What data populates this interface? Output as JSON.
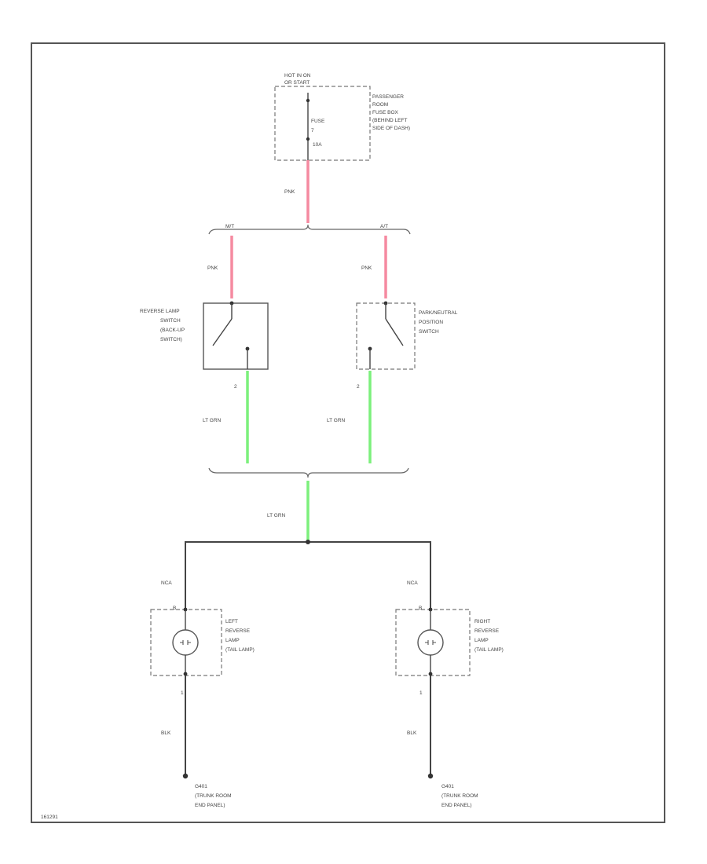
{
  "power_source": {
    "header": [
      "HOT IN ON",
      "OR START"
    ],
    "fuse_label": "FUSE",
    "fuse_num": "7",
    "fuse_amp": "10A",
    "box_label": [
      "PASSENGER",
      "ROOM",
      "FUSE BOX",
      "(BEHIND LEFT",
      "SIDE OF DASH)"
    ]
  },
  "wires": {
    "pink": "PNK",
    "lt_grn": "LT GRN",
    "nca": "NCA",
    "blk": "BLK"
  },
  "branches": {
    "mt": "M/T",
    "at": "A/T"
  },
  "switches": {
    "reverse_lamp": [
      "REVERSE LAMP",
      "SWITCH",
      "(BACK-UP",
      "SWITCH)"
    ],
    "park_neutral": [
      "PARK/NEUTRAL",
      "POSITION",
      "SWITCH"
    ]
  },
  "pins": {
    "switch_out": "2",
    "lamp_in": "B",
    "lamp_out": "1"
  },
  "lamps": {
    "left": [
      "LEFT",
      "REVERSE",
      "LAMP",
      "(TAIL LAMP)"
    ],
    "right": [
      "RIGHT",
      "REVERSE",
      "LAMP",
      "(TAIL LAMP)"
    ]
  },
  "grounds": {
    "left": [
      "G401",
      "(TRUNK ROOM",
      "END PANEL)"
    ],
    "right": [
      "G401",
      "(TRUNK ROOM",
      "END PANEL)"
    ]
  },
  "corner_id": "161291",
  "colors": {
    "pink_wire": "#f58aa0",
    "green_wire": "#7cf07c",
    "black_wire": "#444444"
  }
}
